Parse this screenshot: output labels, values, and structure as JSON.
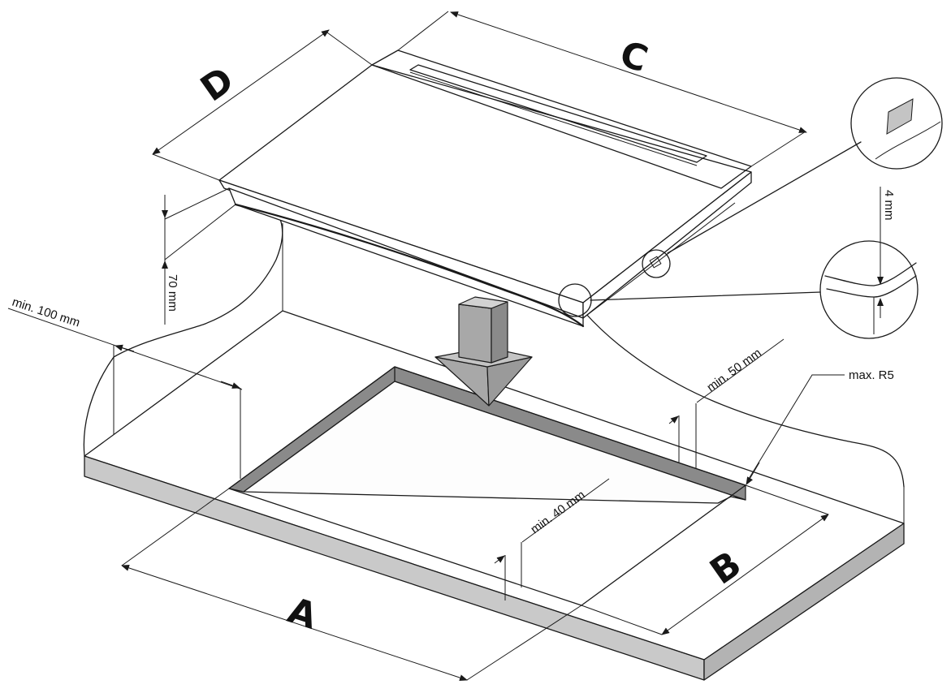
{
  "labels": {
    "dim_a": "A",
    "dim_b": "B",
    "dim_c": "C",
    "dim_d": "D",
    "height": "70 mm",
    "edge_thickness": "4 mm",
    "front_clearance": "min. 100 mm",
    "side_clearance": "min. 50 mm",
    "rear_clearance": "min. 40 mm",
    "corner_radius": "max. R5"
  },
  "colors": {
    "outline": "#1a1a1a",
    "cutout_edge": "#8a8a8a",
    "worktop_edge": "#c9c9c9",
    "arrow": "#a8a8a8"
  }
}
